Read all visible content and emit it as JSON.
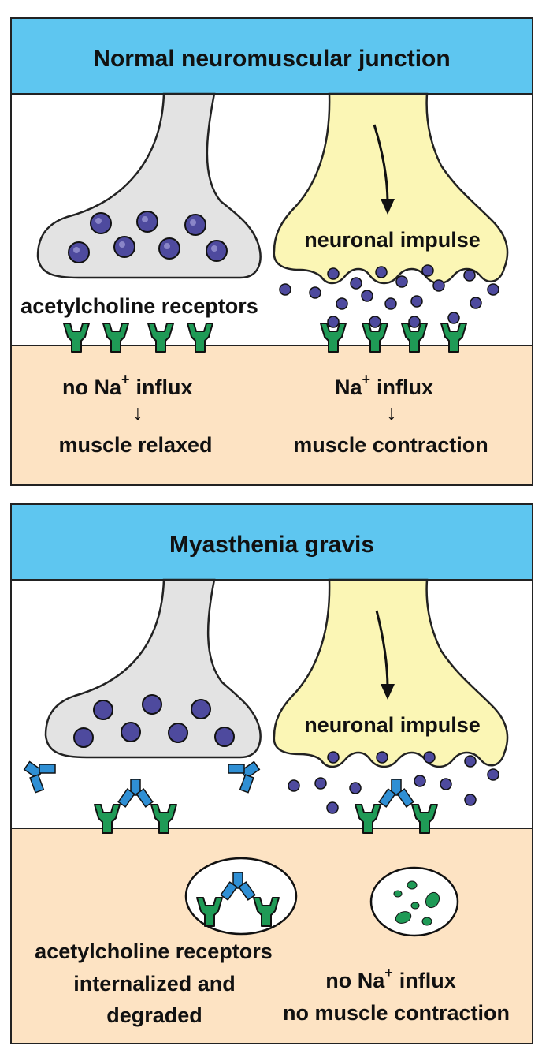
{
  "panels": [
    {
      "title": "Normal neuromuscular junction",
      "receptor_label": "acetylcholine receptors",
      "impulse_label": "neuronal impulse",
      "left_effect": "no Na",
      "left_effect_sup": "+",
      "left_effect_tail": "influx",
      "left_arrow": "↓",
      "left_outcome": "muscle relaxed",
      "right_effect": "Na",
      "right_effect_sup": "+",
      "right_effect_tail": "influx",
      "right_arrow": "↓",
      "right_outcome": "muscle contraction"
    },
    {
      "title": "Myasthenia gravis",
      "impulse_label": "neuronal impulse",
      "left_caption_1": "acetylcholine receptors",
      "left_caption_2": "internalized and",
      "left_caption_3": "degraded",
      "right_caption_1a": "no Na",
      "right_caption_1sup": "+",
      "right_caption_1b": "influx",
      "right_caption_2": "no muscle contraction"
    }
  ],
  "colors": {
    "header": "#5ec6f0",
    "muscle": "#fde3c3",
    "neuron_resting": "#e3e3e3",
    "neuron_active": "#fbf6b5",
    "vesicle": "#4e4a9e",
    "receptor": "#1f9a56",
    "antibody": "#2f8fd4"
  }
}
